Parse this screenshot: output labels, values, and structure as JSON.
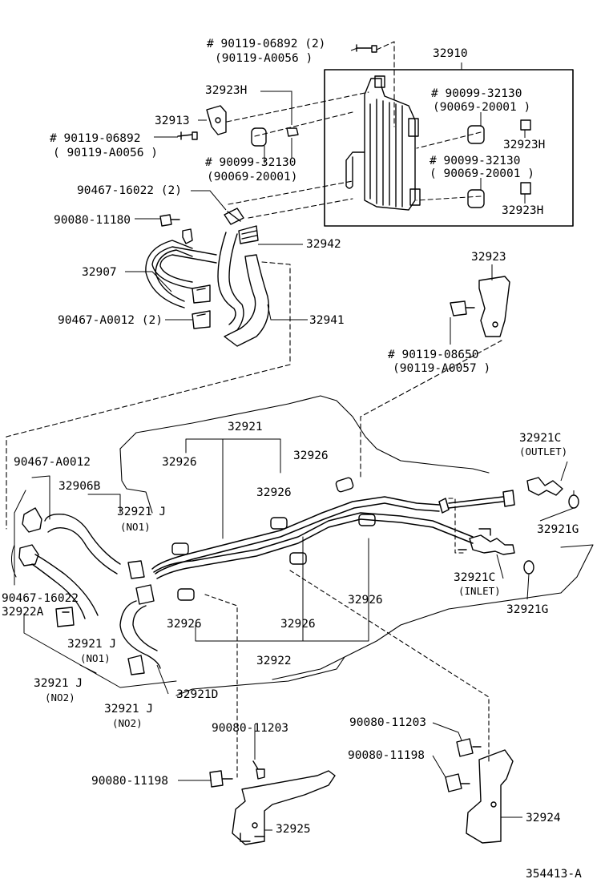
{
  "labels": {
    "bolt_top_a": "# 90119-06892 (2)",
    "bolt_top_b": "(90119-A0056 )",
    "cooler_assy": "32910",
    "bracket_h_top": "32923H",
    "bracket_32913": "32913",
    "bolt_left_a": "# 90119-06892",
    "bolt_left_b": "( 90119-A0056 )",
    "grommet_mid_a": "# 90099-32130",
    "grommet_mid_b": "(90069-20001)",
    "grommet_r1_a": "# 90099-32130",
    "grommet_r1_b": "(90069-20001 )",
    "bracket_h_r1": "32923H",
    "grommet_r2_a": "# 90099-32130",
    "grommet_r2_b": "( 90069-20001 )",
    "bracket_h_r2": "32923H",
    "clamp_2": "90467-16022 (2)",
    "bolt_11180": "90080-11180",
    "hose_32942": "32942",
    "pipe_32907": "32907",
    "clamp_a0012_2": "90467-A0012 (2)",
    "hose_32941": "32941",
    "bracket_32923": "32923",
    "bolt_08650_a": "# 90119-08650",
    "bolt_08650_b": "(90119-A0057 )",
    "tube_32921": "32921",
    "clamp_32926_a": "32926",
    "clamp_32926_b": "32926",
    "clamp_32926_c": "32926",
    "union_outlet": "32921C",
    "union_outlet_note": "(OUTLET)",
    "clamp_a0012": "90467-A0012",
    "hose_32906b": "32906B",
    "clamp_j_no1_top": "32921 J",
    "clamp_j_no1_top_note": "(NO1)",
    "oring_32921g_a": "32921G",
    "union_inlet": "32921C",
    "union_inlet_note": "(INLET)",
    "clamp_16022": "90467-16022",
    "hose_32922a": "32922A",
    "clamp_32926_d": "32926",
    "oring_32921g_b": "32921G",
    "clamp_j_no1_bot": "32921 J",
    "clamp_j_no1_bot_note": "(NO1)",
    "clamp_32926_e": "32926",
    "clamp_32926_f": "32926",
    "tube_32922": "32922",
    "clamp_j_no2_left": "32921 J",
    "clamp_j_no2_left_note": "(NO2)",
    "hose_32921d": "32921D",
    "clamp_j_no2_mid": "32921 J",
    "clamp_j_no2_mid_note": "(NO2)",
    "bolt_11203_a": "90080-11203",
    "bolt_11203_b": "90080-11203",
    "bolt_11198_b": "90080-11198",
    "bolt_11198_a": "90080-11198",
    "bracket_32924": "32924",
    "bracket_32925": "32925",
    "drawing_number": "354413-A"
  }
}
